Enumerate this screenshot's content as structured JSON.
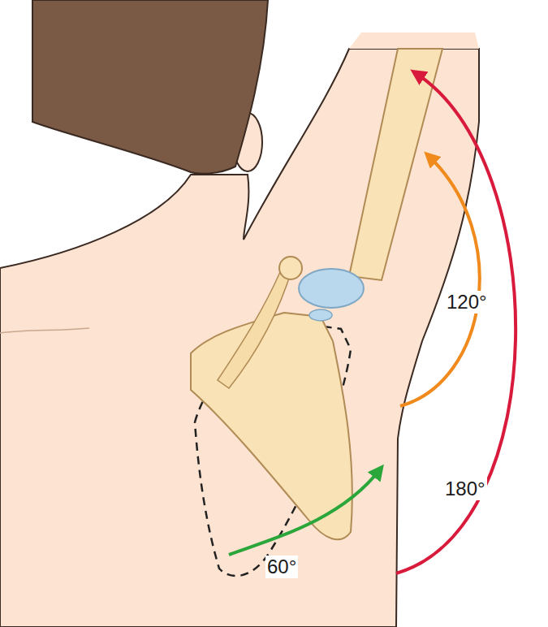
{
  "diagram": {
    "labels": [
      "120°",
      "180°",
      "60°"
    ]
  }
}
